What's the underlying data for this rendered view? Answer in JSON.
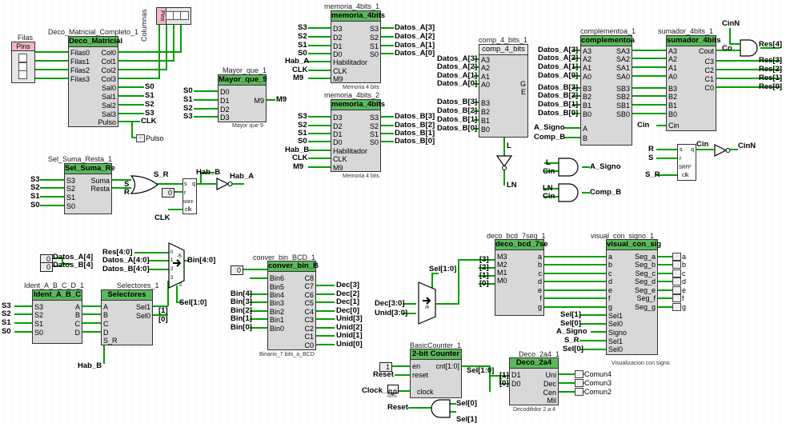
{
  "pins": {
    "filas_label": "Filas",
    "filas_title": "Pins",
    "columnas_label": "Columnas",
    "columnas_title": "Pins"
  },
  "deco_matricial": {
    "instance": "Deco_Matricial_Completo_1",
    "title": "Deco_Matricial",
    "inputs": [
      "Filas0",
      "Filas1",
      "Filas2",
      "Filas3"
    ],
    "outputs": [
      "Col0",
      "Col1",
      "Col2",
      "Col3",
      "Sal0",
      "Sal1",
      "Sal2",
      "Sal3",
      "Pulso"
    ],
    "out_signals": [
      "S0",
      "S1",
      "S2",
      "S3",
      "CLK"
    ],
    "pulso_probe": "Pulso"
  },
  "mayor_que": {
    "instance": "Mayor_que_1",
    "title": "Mayor_que_9",
    "inputs": [
      "D0",
      "D1",
      "D2",
      "D3"
    ],
    "output": "M9",
    "in_signals": [
      "S0",
      "S1",
      "S2",
      "S3"
    ],
    "out_signal": "M9",
    "caption": "Mayor que 9"
  },
  "memoria_1": {
    "instance": "memoria_4bits_1",
    "title": "memoria_4bits",
    "inputs": [
      "D3",
      "D2",
      "D1",
      "D0",
      "Habilitador",
      "CLK",
      "M9"
    ],
    "outputs": [
      "S3",
      "S2",
      "S1",
      "S0"
    ],
    "in_signals": [
      "S3",
      "S2",
      "S1",
      "S0",
      "Hab_A",
      "CLK",
      "M9"
    ],
    "out_signals": [
      "Datos_A[3]",
      "Datos_A[2]",
      "Datos_A[1]",
      "Datos_A[0]"
    ],
    "caption": "Memoria 4 bits"
  },
  "memoria_2": {
    "instance": "memoria_4bits_2",
    "title": "memoria_4bits",
    "inputs": [
      "D3",
      "D2",
      "D1",
      "D0",
      "Habilitador",
      "CLK",
      "M9"
    ],
    "outputs": [
      "S3",
      "S2",
      "S1",
      "S0"
    ],
    "in_signals": [
      "S3",
      "S2",
      "S1",
      "S0",
      "Hab_B",
      "CLK",
      "M9"
    ],
    "out_signals": [
      "Datos_B[3]",
      "Datos_B[2]",
      "Datos_B[1]",
      "Datos_B[0]"
    ],
    "caption": "Memoria 4 bits"
  },
  "comp_4": {
    "instance": "comp_4_bits_1",
    "title": "comp_4_bits",
    "inputs": [
      "A3",
      "A2",
      "A1",
      "A0",
      "B3",
      "B2",
      "B1",
      "B0"
    ],
    "outputs": [
      "G",
      "E"
    ],
    "in_signals": [
      "Datos_A[3]",
      "Datos_A[2]",
      "Datos_A[1]",
      "Datos_A[0]",
      "Datos_B[3]",
      "Datos_B[2]",
      "Datos_B[1]",
      "Datos_B[0]"
    ],
    "l_label": "L",
    "ln_label": "LN"
  },
  "complemento": {
    "instance": "complementoa_1",
    "title": "complementoa",
    "inputs": [
      "A3",
      "A2",
      "A1",
      "A0",
      "B3",
      "B2",
      "B1",
      "B0",
      "A",
      "B"
    ],
    "outputs": [
      "SA3",
      "SA2",
      "SA1",
      "SA0",
      "SB3",
      "SB2",
      "SB1",
      "SB0"
    ],
    "in_signals": [
      "Datos_A[3]",
      "Datos_A[2]",
      "Datos_A[1]",
      "Datos_A[0]",
      "Datos_B[3]",
      "Datos_B[2]",
      "Datos_B[1]",
      "Datos_B[0]",
      "A_Signo",
      "Comp_B"
    ]
  },
  "sumador": {
    "instance": "sumador_4bits_1",
    "title": "sumador_4bits",
    "inputs": [
      "A3",
      "A2",
      "A1",
      "A0",
      "B3",
      "B2",
      "B1",
      "B0",
      "Cin"
    ],
    "outputs": [
      "Cout",
      "C3",
      "C2",
      "C1",
      "C0"
    ],
    "cin_signal": "Cin",
    "co_label": "Co",
    "cinn_label": "CinN",
    "res_signals": [
      "Res[4]",
      "Res[3]",
      "Res[2]",
      "Res[1]",
      "Res[0]"
    ]
  },
  "logic_right": {
    "and1_in": [
      "L",
      "Cin"
    ],
    "and1_out": "A_Signo",
    "and2_in": [
      "LN",
      "Cin"
    ],
    "and2_out": "Comp_B",
    "srff_in": [
      "R",
      "S",
      "S_R"
    ],
    "srff_pins": [
      "s",
      "r",
      "q",
      "clk"
    ],
    "srff_label": "SRFF",
    "cin_out": "Cin",
    "cinn_out": "CinN"
  },
  "sel_suma_resta": {
    "instance": "Sel_Suma_Resta_1",
    "title": "Sel_Suma_Re",
    "inputs": [
      "S3",
      "S2",
      "S1",
      "S0"
    ],
    "outputs": [
      "Suma",
      "Resta"
    ],
    "in_signals": [
      "S3",
      "S2",
      "S1",
      "S0"
    ],
    "or_labels": [
      "S",
      "R"
    ],
    "s_r": "S_R",
    "const0": "0",
    "clk": "CLK",
    "srff_pins": [
      "s",
      "r",
      "q",
      "clk"
    ],
    "srff_label": "SRFF",
    "hab_b": "Hab_B",
    "hab_a": "Hab_A"
  },
  "mux_left": {
    "res": "Res[4:0]",
    "datos_a": "Datos_A[4:0]",
    "datos_b": "Datos_B[4:0]",
    "bin": "Bin[4:0]",
    "sel": "Sel[1:0]",
    "port_nums": [
      "0",
      "1",
      "2",
      "3"
    ],
    "width": "/5",
    "sel_w": "2"
  },
  "const_left": {
    "values": [
      "0",
      "0"
    ],
    "labels": [
      "Datos_A[4]",
      "Datos_B[4]"
    ]
  },
  "ident": {
    "instance": "Ident_A_B_C_D_1",
    "title": "Ident_A_B_C",
    "inputs": [
      "S3",
      "S2",
      "S1",
      "S0"
    ],
    "outputs": [
      "A",
      "B",
      "C",
      "D"
    ],
    "in_signals": [
      "S3",
      "S2",
      "S1",
      "S0"
    ]
  },
  "selectores": {
    "instance": "Selectores_1",
    "title": "Selectores",
    "inputs": [
      "A",
      "B",
      "C",
      "D",
      "S_R"
    ],
    "outputs": [
      "Sel1",
      "Sel0"
    ],
    "out_bits": [
      "[1]",
      "[0]"
    ],
    "hab_b": "Hab_B"
  },
  "conver_bin": {
    "instance": "conver_bin_BCD_1",
    "title": "conver_bin_B",
    "inputs": [
      "Bin6",
      "Bin5",
      "Bin4",
      "Bin3",
      "Bin2",
      "Bin1",
      "Bin0"
    ],
    "outputs": [
      "C8",
      "C7",
      "C6",
      "C5",
      "C4",
      "C3",
      "C2",
      "C1",
      "C0"
    ],
    "in_signals": [
      "Bin[4]",
      "Bin[3]",
      "Bin[2]",
      "Bin[1]",
      "Bin[0]"
    ],
    "const0": "0",
    "out_signals": [
      "Dec[3]",
      "Dec[2]",
      "Dec[1]",
      "Dec[0]",
      "Unid[3]",
      "Unid[2]",
      "Unid[1]",
      "Unid[0]"
    ],
    "caption": "Binario_7 bits_a_BCD"
  },
  "mux_mid": {
    "sel": "Sel[1:0]",
    "dec": "Dec[3:0]",
    "unid": "Unid[3:0]",
    "width": "/4",
    "bits": [
      "[3]",
      "[2]",
      "[1]",
      "[0]"
    ]
  },
  "deco_bcd": {
    "instance": "deco_bcd_7seg_1",
    "title": "deco_bcd_7se",
    "inputs": [
      "M3",
      "M2",
      "M1",
      "M0"
    ],
    "outputs": [
      "a",
      "b",
      "c",
      "d",
      "e",
      "f",
      "g"
    ]
  },
  "visual": {
    "instance": "visual_con_signo_1",
    "title": "visual_con_sig",
    "inputs": [
      "a",
      "b",
      "c",
      "d",
      "e",
      "f",
      "g",
      "Sel1",
      "Sel0",
      "Signo",
      "Sel1",
      "Sel0"
    ],
    "outputs": [
      "Seg_a",
      "Seg_b",
      "Seg_c",
      "Seg_d",
      "Seg_e",
      "Seg_f",
      "Seg_g"
    ],
    "in_signals": [
      "Sel[1]",
      "Sel[0]",
      "A_Signo",
      "S_R",
      "Sel[0]"
    ],
    "probes": [
      "a",
      "b",
      "c",
      "d",
      "e",
      "f",
      "g"
    ],
    "caption": "Visualizacion con signo"
  },
  "counter": {
    "instance": "BasicCounter_1",
    "title": "2-bit Counter",
    "inputs": [
      "en",
      "reset",
      "clock"
    ],
    "output": "cnt[1:0]",
    "const1": "1",
    "reset": "Reset",
    "clock": "Clock_1",
    "clock_freq": "60Hz",
    "sel": "Sel[1:0]"
  },
  "deco_2a4": {
    "instance": "Deco_2a4_1",
    "title": "Deco_2a4",
    "inputs": [
      "D1",
      "D0"
    ],
    "outputs": [
      "Uni",
      "Dec",
      "Cen",
      "Mil"
    ],
    "bits": [
      "[1]",
      "[0]"
    ],
    "out_signals": [
      "Comun4",
      "Comun3",
      "Comun2"
    ],
    "caption": "Decodifidor 2 a 4"
  },
  "reset_gate": {
    "out": "Reset",
    "in": [
      "Sel[0]",
      "Sel[1]"
    ]
  }
}
